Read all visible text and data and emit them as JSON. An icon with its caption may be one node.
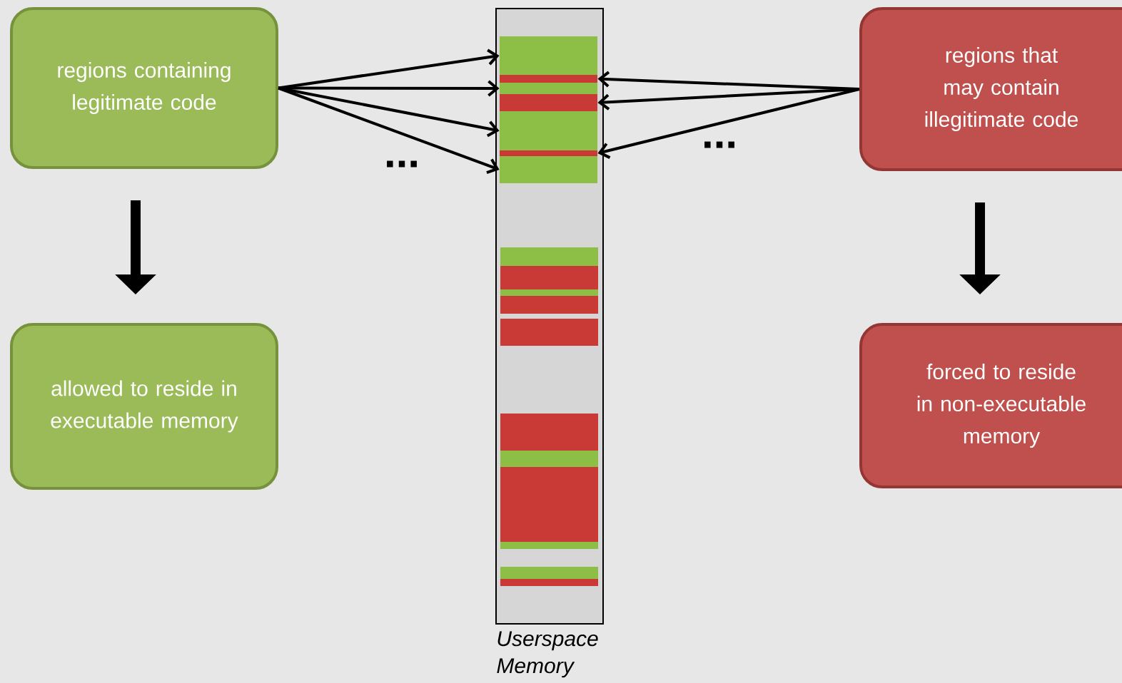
{
  "diagram": {
    "nodes": [
      {
        "text": [
          "regions containing legitimate code"
        ]
      },
      {
        "text": [
          "allowed to reside in executable memory"
        ]
      },
      {
        "text": [
          "regions that may contain illegitimate code"
        ]
      },
      {
        "text": [
          "forced to reside in non-executable memory"
        ]
      },
      {
        "text": [],
        "shape": "bar",
        "beside": [
          "Userspace Memory"
        ]
      },
      {
        "text": [],
        "shape": "bar",
        "in": 4
      },
      {
        "text": [],
        "shape": "bar",
        "in": 4
      },
      {
        "text": [],
        "shape": "bar",
        "in": 4
      },
      {
        "text": [],
        "shape": "bar",
        "in": 4
      },
      {
        "text": [],
        "shape": "bar",
        "in": 4
      },
      {
        "text": [],
        "shape": "bar",
        "in": 4
      },
      {
        "text": [],
        "shape": "bar",
        "in": 4
      }
    ],
    "edges": [
      {
        "from": 0,
        "to": 5,
        "arrow": "to"
      },
      {
        "from": 0,
        "to": 7,
        "arrow": "to"
      },
      {
        "from": 0,
        "to": 9,
        "arrow": "to"
      },
      {
        "from": 0,
        "to": 11,
        "arrow": "to"
      },
      {
        "from": 2,
        "to": 6,
        "arrow": "to"
      },
      {
        "from": 2,
        "to": 8,
        "arrow": "to"
      },
      {
        "from": 2,
        "to": 10,
        "arrow": "to"
      },
      {
        "from": 0,
        "to": 1,
        "arrow": "to",
        "style": "thick"
      },
      {
        "from": 2,
        "to": 3,
        "arrow": "to",
        "style": "thick"
      }
    ],
    "labels": [
      "...",
      "..."
    ]
  }
}
